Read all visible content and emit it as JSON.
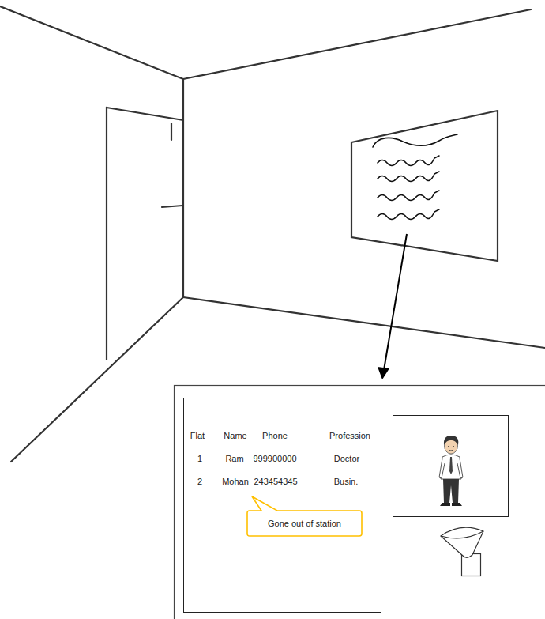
{
  "diagram": {
    "nodes": [
      {
        "text": [
          "Flat",
          "Name",
          "Phone",
          "Profession",
          "1",
          "Ram",
          "999900000",
          "Doctor",
          "2",
          "Mohan",
          "243454345",
          "Busin."
        ]
      },
      {
        "text": [
          "Gone out of station"
        ],
        "in": 0
      }
    ]
  }
}
